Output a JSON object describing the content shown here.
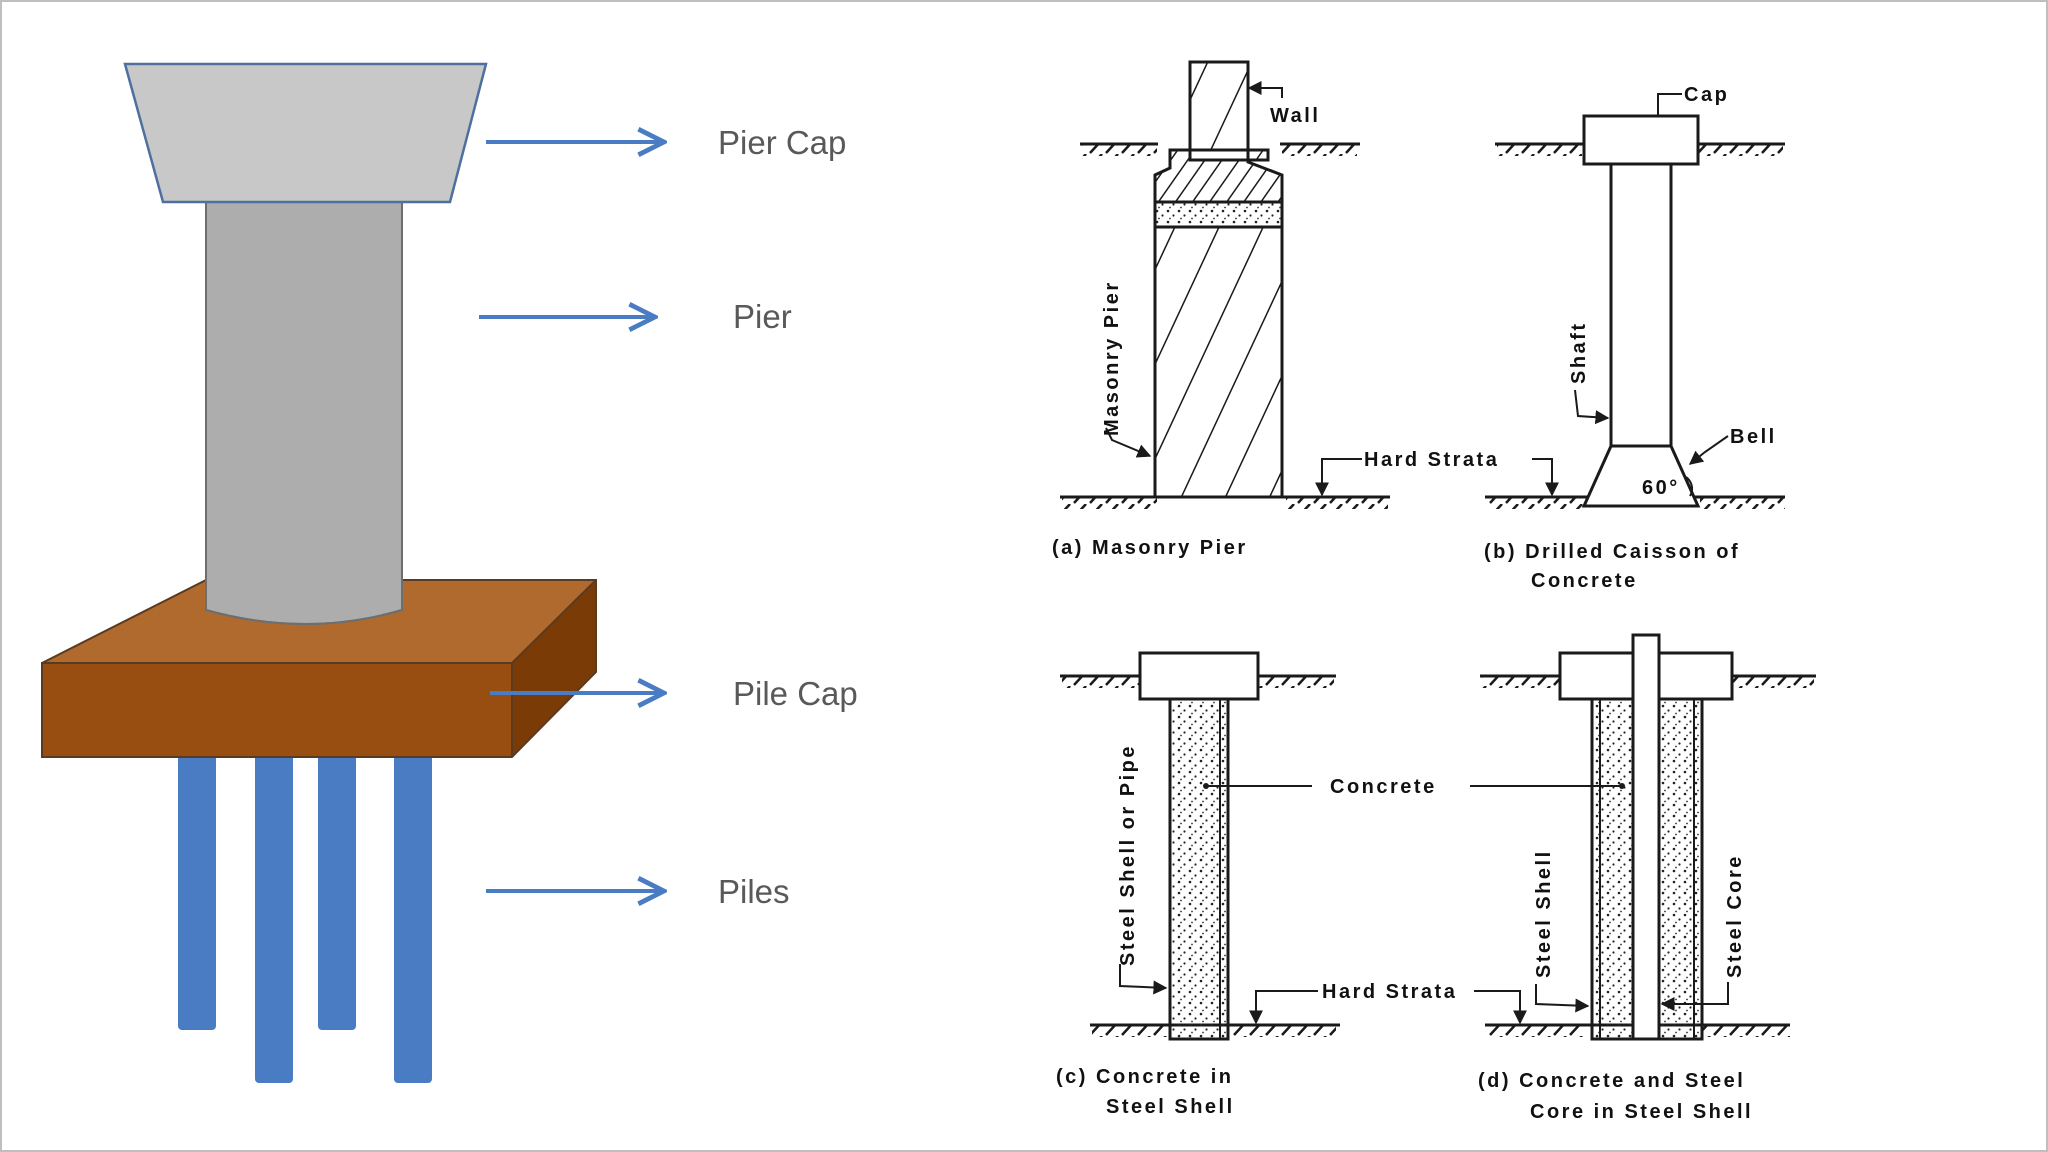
{
  "left_diagram": {
    "labels": {
      "pier_cap": "Pier Cap",
      "pier": "Pier",
      "pile_cap": "Pile Cap",
      "piles": "Piles"
    },
    "colors": {
      "pier_cap": "#c8c8c8",
      "pier": "#adadad",
      "pile_cap_front": "#984e11",
      "pile_cap_top": "#b06a2e",
      "pile_cap_side": "#7a3b07",
      "piles": "#4a7cc4",
      "arrows": "#4a7cc4"
    }
  },
  "right_diagram": {
    "a": {
      "wall": "Wall",
      "masonry_pier": "Masonry Pier",
      "hard_strata": "Hard Strata",
      "caption": "(a) Masonry Pier"
    },
    "b": {
      "cap": "Cap",
      "shaft": "Shaft",
      "bell": "Bell",
      "angle": "60°",
      "caption_line1": "(b) Drilled Caisson of",
      "caption_line2": "Concrete"
    },
    "c": {
      "steel_shell_or_pipe": "Steel Shell or Pipe",
      "hard_strata": "Hard Strata",
      "caption_line1": "(c) Concrete in",
      "caption_line2": "Steel Shell"
    },
    "d": {
      "concrete": "Concrete",
      "steel_shell": "Steel Shell",
      "steel_core": "Steel Core",
      "caption_line1": "(d) Concrete and Steel",
      "caption_line2": "Core in Steel Shell"
    }
  }
}
